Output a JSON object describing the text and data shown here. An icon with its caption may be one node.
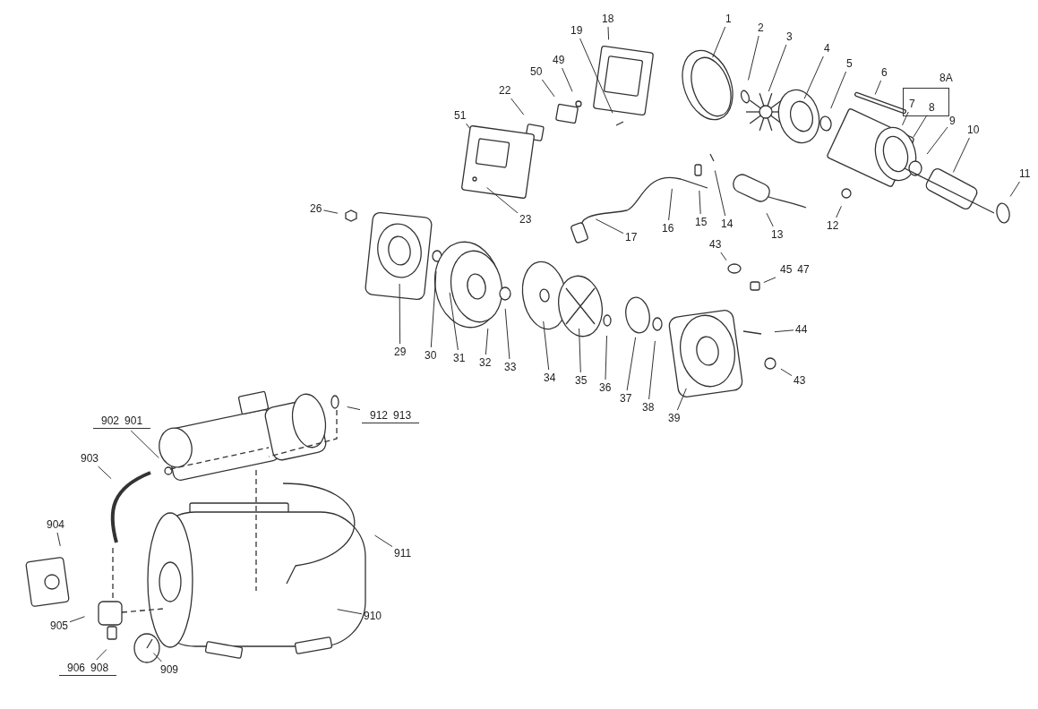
{
  "diagram": {
    "nodes": [
      {
        "text": [
          "1"
        ]
      },
      {
        "text": [
          "2"
        ]
      },
      {
        "text": [
          "3"
        ]
      },
      {
        "text": [
          "4"
        ]
      },
      {
        "text": [
          "5"
        ]
      },
      {
        "text": [
          "6"
        ]
      },
      {
        "text": [
          "8A"
        ]
      },
      {
        "text": [
          "7"
        ],
        "in": 6
      },
      {
        "text": [
          "8"
        ],
        "in": 6
      },
      {
        "text": [
          "9"
        ]
      },
      {
        "text": [
          "10"
        ]
      },
      {
        "text": [
          "11"
        ]
      },
      {
        "text": [
          "18"
        ]
      },
      {
        "text": [
          "19"
        ]
      },
      {
        "text": [
          "49"
        ]
      },
      {
        "text": [
          "50"
        ]
      },
      {
        "text": [
          "22"
        ]
      },
      {
        "text": [
          "51"
        ]
      },
      {
        "text": [
          "23"
        ]
      },
      {
        "text": [
          "26"
        ]
      },
      {
        "text": [
          "14"
        ]
      },
      {
        "text": [
          "15"
        ]
      },
      {
        "text": [
          "16"
        ]
      },
      {
        "text": [
          "17"
        ]
      },
      {
        "text": [
          "13"
        ]
      },
      {
        "text": [
          "12"
        ]
      },
      {
        "text": [
          "43"
        ]
      },
      {
        "text": [
          "45",
          "47"
        ]
      },
      {
        "text": [
          "44"
        ]
      },
      {
        "text": [
          "29"
        ]
      },
      {
        "text": [
          "30"
        ]
      },
      {
        "text": [
          "31"
        ]
      },
      {
        "text": [
          "32"
        ]
      },
      {
        "text": [
          "33"
        ]
      },
      {
        "text": [
          "34"
        ]
      },
      {
        "text": [
          "35"
        ]
      },
      {
        "text": [
          "36"
        ]
      },
      {
        "text": [
          "37"
        ]
      },
      {
        "text": [
          "38"
        ]
      },
      {
        "text": [
          "43"
        ]
      },
      {
        "text": [
          "39"
        ]
      },
      {
        "text": [
          "912",
          "913"
        ]
      },
      {
        "text": [
          "902",
          "901"
        ]
      },
      {
        "text": [
          "903"
        ]
      },
      {
        "text": [
          "904"
        ]
      },
      {
        "text": [
          "911"
        ]
      },
      {
        "text": [
          "910"
        ]
      },
      {
        "text": [
          "905"
        ]
      },
      {
        "text": [
          "906",
          "908"
        ]
      },
      {
        "text": [
          "909"
        ]
      }
    ],
    "edges": [
      {
        "from": 0,
        "to": null,
        "arrow": "none"
      },
      {
        "from": 1,
        "to": null,
        "arrow": "none"
      },
      {
        "from": 2,
        "to": null,
        "arrow": "none"
      },
      {
        "from": 3,
        "to": null,
        "arrow": "none"
      },
      {
        "from": 4,
        "to": null,
        "arrow": "none"
      },
      {
        "from": 5,
        "to": null,
        "arrow": "none"
      },
      {
        "from": 7,
        "to": null,
        "arrow": "none"
      },
      {
        "from": 8,
        "to": null,
        "arrow": "none"
      },
      {
        "from": 9,
        "to": null,
        "arrow": "none"
      },
      {
        "from": 10,
        "to": null,
        "arrow": "none"
      },
      {
        "from": 11,
        "to": null,
        "arrow": "none"
      },
      {
        "from": 12,
        "to": null,
        "arrow": "none"
      },
      {
        "from": 13,
        "to": null,
        "arrow": "none"
      },
      {
        "from": 14,
        "to": null,
        "arrow": "none"
      },
      {
        "from": 15,
        "to": null,
        "arrow": "none"
      },
      {
        "from": 16,
        "to": null,
        "arrow": "none"
      },
      {
        "from": 17,
        "to": null,
        "arrow": "none"
      },
      {
        "from": 18,
        "to": null,
        "arrow": "none"
      },
      {
        "from": 19,
        "to": null,
        "arrow": "none"
      },
      {
        "from": 20,
        "to": null,
        "arrow": "none"
      },
      {
        "from": 21,
        "to": null,
        "arrow": "none"
      },
      {
        "from": 22,
        "to": null,
        "arrow": "none"
      },
      {
        "from": 23,
        "to": null,
        "arrow": "none"
      },
      {
        "from": 24,
        "to": null,
        "arrow": "none"
      },
      {
        "from": 25,
        "to": null,
        "arrow": "none"
      },
      {
        "from": 26,
        "to": null,
        "arrow": "none"
      },
      {
        "from": 27,
        "to": null,
        "arrow": "none"
      },
      {
        "from": 28,
        "to": null,
        "arrow": "none"
      },
      {
        "from": 29,
        "to": null,
        "arrow": "none"
      },
      {
        "from": 30,
        "to": null,
        "arrow": "none"
      },
      {
        "from": 31,
        "to": null,
        "arrow": "none"
      },
      {
        "from": 32,
        "to": null,
        "arrow": "none"
      },
      {
        "from": 33,
        "to": null,
        "arrow": "none"
      },
      {
        "from": 34,
        "to": null,
        "arrow": "none"
      },
      {
        "from": 35,
        "to": null,
        "arrow": "none"
      },
      {
        "from": 36,
        "to": null,
        "arrow": "none"
      },
      {
        "from": 37,
        "to": null,
        "arrow": "none"
      },
      {
        "from": 38,
        "to": null,
        "arrow": "none"
      },
      {
        "from": 39,
        "to": null,
        "arrow": "none"
      },
      {
        "from": 40,
        "to": null,
        "arrow": "none"
      },
      {
        "from": 41,
        "to": null,
        "arrow": "none"
      },
      {
        "from": 42,
        "to": null,
        "arrow": "none"
      },
      {
        "from": 43,
        "to": null,
        "arrow": "none"
      },
      {
        "from": 44,
        "to": null,
        "arrow": "none"
      },
      {
        "from": 45,
        "to": null,
        "arrow": "none"
      },
      {
        "from": 46,
        "to": null,
        "arrow": "none"
      },
      {
        "from": 47,
        "to": null,
        "arrow": "none"
      },
      {
        "from": 48,
        "to": null,
        "arrow": "none"
      },
      {
        "from": 49,
        "to": null,
        "arrow": "none"
      }
    ]
  }
}
